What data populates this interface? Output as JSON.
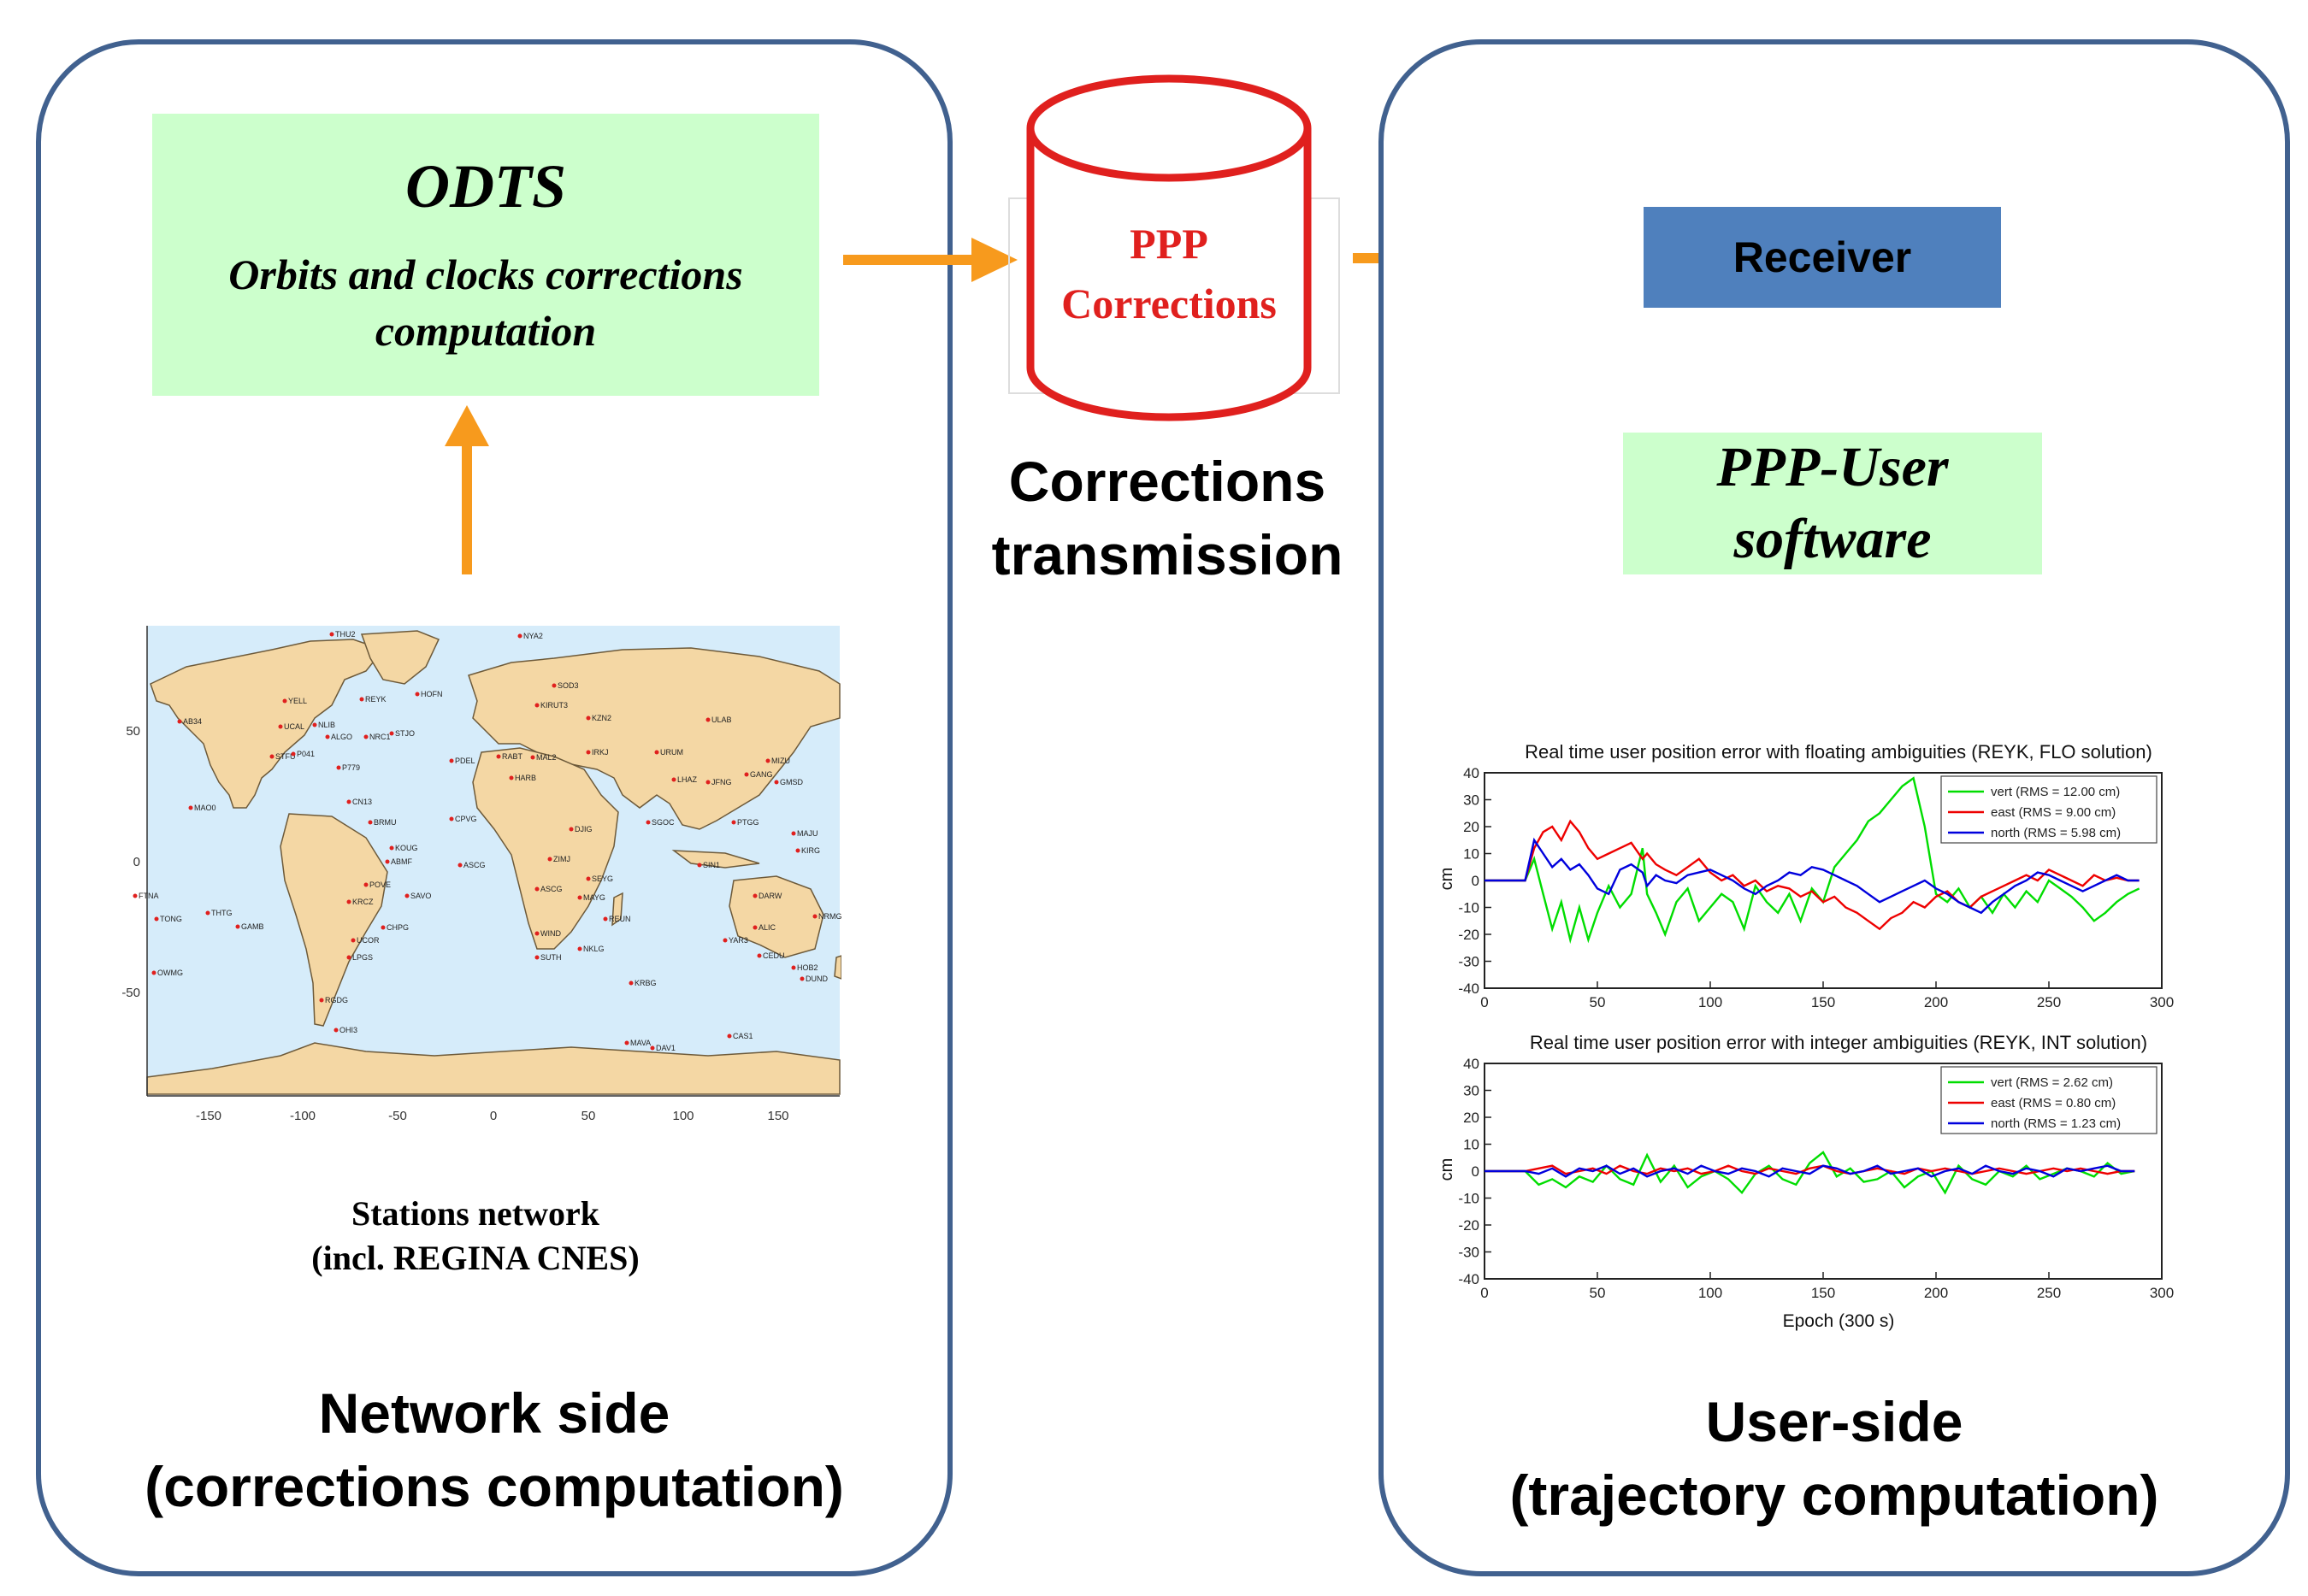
{
  "network_panel": {
    "odts_title": "ODTS",
    "odts_subtitle_line1": "Orbits and clocks corrections",
    "odts_subtitle_line2": "computation",
    "map_station_caption_line1": "Stations network",
    "map_station_caption_line2": "(incl. REGINA CNES)",
    "caption_line1": "Network side",
    "caption_line2": "(corrections computation)",
    "map": {
      "x_ticks": [
        "-150",
        "-100",
        "-50",
        "0",
        "50",
        "100",
        "150"
      ],
      "y_ticks": [
        "50",
        "0",
        "-50"
      ],
      "stations": [
        "THU2",
        "NYA2",
        "YELL",
        "REYK",
        "HOFN",
        "SOD3",
        "KIRUT3",
        "AB34",
        "UCAL",
        "NLIB",
        "ALGO",
        "NRC1",
        "STJO",
        "KZN2",
        "ULAB",
        "STFU",
        "P041",
        "P779",
        "PDEL",
        "IRKJ",
        "URUM",
        "MIZU",
        "GANG",
        "CN13",
        "LHAZ",
        "JFNG",
        "GMSD",
        "MAO0",
        "HARB",
        "PTGG",
        "BRMU",
        "KOUG",
        "CPVG",
        "DJIG",
        "SGOC",
        "MAJU",
        "KIRG",
        "POVE",
        "SAVO",
        "SEYG",
        "SIN1",
        "FTNA",
        "THTG",
        "ASCG",
        "MAYG",
        "REUN",
        "DARW",
        "NRMG",
        "TONG",
        "GAMB",
        "KRCZ",
        "CHPG",
        "WIND",
        "ALIC",
        "YAR3",
        "CEDU",
        "UCOR",
        "LPGS",
        "SUTH",
        "OWMG",
        "HOB2",
        "DUND",
        "RGDG",
        "KRBG",
        "OHI3",
        "MAVA",
        "DAV1",
        "CAS1",
        "ABMF",
        "ASCG",
        "RABT",
        "MAL2",
        "ZIMJ",
        "NKLG"
      ]
    }
  },
  "transmission": {
    "cylinder_line1": "PPP",
    "cylinder_line2": "Corrections",
    "caption_line1": "Corrections",
    "caption_line2": "transmission"
  },
  "user_panel": {
    "receiver_label": "Receiver",
    "software_line1": "PPP-User",
    "software_line2": "software",
    "caption_line1": "User-side",
    "caption_line2": "(trajectory computation)"
  },
  "colors": {
    "panel_border": "#41618f",
    "green_box": "#ccffcc",
    "arrow": "#f79a1d",
    "receiver": "#4f80bd",
    "cylinder": "#e0201e"
  },
  "chart_data": [
    {
      "type": "line",
      "title": "Real time user position error with floating ambiguities (REYK, FLO solution)",
      "xlabel": "",
      "ylabel": "cm",
      "xlim": [
        0,
        300
      ],
      "ylim": [
        -40,
        40
      ],
      "x_ticks": [
        0,
        50,
        100,
        150,
        200,
        250,
        300
      ],
      "y_ticks": [
        40,
        30,
        20,
        10,
        0,
        -10,
        -20,
        -30,
        -40
      ],
      "legend_position": "top-right",
      "series": [
        {
          "name": "vert (RMS = 12.00 cm)",
          "color": "#00dd00",
          "x": [
            0,
            18,
            22,
            26,
            30,
            34,
            38,
            42,
            46,
            50,
            55,
            60,
            65,
            70,
            72,
            76,
            80,
            85,
            90,
            95,
            100,
            105,
            110,
            115,
            120,
            125,
            130,
            135,
            140,
            145,
            150,
            155,
            160,
            165,
            170,
            175,
            180,
            185,
            190,
            195,
            200,
            205,
            210,
            215,
            220,
            225,
            230,
            235,
            240,
            245,
            250,
            255,
            260,
            265,
            270,
            275,
            280,
            285,
            290
          ],
          "y": [
            0,
            0,
            8,
            -5,
            -18,
            -8,
            -22,
            -10,
            -22,
            -12,
            -2,
            -10,
            -5,
            12,
            -5,
            -12,
            -20,
            -8,
            -3,
            -15,
            -10,
            -5,
            -8,
            -18,
            -2,
            -8,
            -12,
            -5,
            -15,
            -3,
            -8,
            5,
            10,
            15,
            22,
            25,
            30,
            35,
            38,
            20,
            -5,
            -8,
            -3,
            -10,
            -6,
            -12,
            -5,
            -10,
            -4,
            -8,
            0,
            -3,
            -6,
            -10,
            -15,
            -12,
            -8,
            -5,
            -3
          ]
        },
        {
          "name": "east (RMS = 9.00 cm)",
          "color": "#ee0000",
          "x": [
            0,
            18,
            22,
            26,
            30,
            34,
            38,
            42,
            46,
            50,
            55,
            60,
            65,
            70,
            72,
            76,
            80,
            85,
            90,
            95,
            100,
            105,
            110,
            115,
            120,
            125,
            130,
            135,
            140,
            145,
            150,
            155,
            160,
            165,
            170,
            175,
            180,
            185,
            190,
            195,
            200,
            205,
            210,
            215,
            220,
            225,
            230,
            235,
            240,
            245,
            250,
            255,
            260,
            265,
            270,
            275,
            280,
            285,
            290
          ],
          "y": [
            0,
            0,
            12,
            18,
            20,
            15,
            22,
            18,
            12,
            8,
            10,
            12,
            14,
            8,
            10,
            6,
            4,
            2,
            5,
            8,
            3,
            0,
            2,
            -2,
            0,
            -4,
            -2,
            -3,
            -6,
            -4,
            -8,
            -6,
            -10,
            -12,
            -15,
            -18,
            -14,
            -12,
            -8,
            -10,
            -6,
            -4,
            -8,
            -10,
            -6,
            -4,
            -2,
            0,
            2,
            0,
            4,
            2,
            0,
            -2,
            2,
            0,
            1,
            0,
            0
          ]
        },
        {
          "name": "north (RMS = 5.98 cm)",
          "color": "#0000dd",
          "x": [
            0,
            18,
            22,
            26,
            30,
            34,
            38,
            42,
            46,
            50,
            55,
            60,
            65,
            70,
            72,
            76,
            80,
            85,
            90,
            95,
            100,
            105,
            110,
            115,
            120,
            125,
            130,
            135,
            140,
            145,
            150,
            155,
            160,
            165,
            170,
            175,
            180,
            185,
            190,
            195,
            200,
            205,
            210,
            215,
            220,
            225,
            230,
            235,
            240,
            245,
            250,
            255,
            260,
            265,
            270,
            275,
            280,
            285,
            290
          ],
          "y": [
            0,
            0,
            15,
            10,
            5,
            8,
            4,
            6,
            2,
            -3,
            -5,
            4,
            6,
            3,
            -2,
            2,
            0,
            -1,
            2,
            3,
            4,
            2,
            0,
            -3,
            -5,
            -2,
            0,
            3,
            2,
            5,
            4,
            2,
            0,
            -2,
            -5,
            -8,
            -6,
            -4,
            -2,
            0,
            -3,
            -5,
            -8,
            -10,
            -12,
            -8,
            -5,
            -2,
            0,
            3,
            2,
            0,
            -2,
            -4,
            -2,
            0,
            2,
            0,
            0
          ]
        }
      ]
    },
    {
      "type": "line",
      "title": "Real time user position error with integer ambiguities (REYK, INT solution)",
      "xlabel": "Epoch (300 s)",
      "ylabel": "cm",
      "xlim": [
        0,
        300
      ],
      "ylim": [
        -40,
        40
      ],
      "x_ticks": [
        0,
        50,
        100,
        150,
        200,
        250,
        300
      ],
      "y_ticks": [
        40,
        30,
        20,
        10,
        0,
        -10,
        -20,
        -30,
        -40
      ],
      "legend_position": "top-right",
      "series": [
        {
          "name": "vert (RMS = 2.62 cm)",
          "color": "#00dd00",
          "x": [
            0,
            18,
            24,
            30,
            36,
            42,
            48,
            54,
            60,
            66,
            72,
            78,
            84,
            90,
            96,
            102,
            108,
            114,
            120,
            126,
            132,
            138,
            144,
            150,
            156,
            162,
            168,
            174,
            180,
            186,
            192,
            198,
            204,
            210,
            216,
            222,
            228,
            234,
            240,
            246,
            252,
            258,
            264,
            270,
            276,
            282,
            288
          ],
          "y": [
            0,
            0,
            -5,
            -3,
            -6,
            -2,
            -4,
            2,
            -3,
            -5,
            6,
            -4,
            2,
            -6,
            -2,
            0,
            -3,
            -8,
            -1,
            2,
            -3,
            -5,
            3,
            7,
            -2,
            1,
            -4,
            -3,
            0,
            -6,
            -2,
            0,
            -8,
            2,
            -3,
            -5,
            0,
            -2,
            2,
            -3,
            -1,
            1,
            0,
            -2,
            3,
            -1,
            0
          ]
        },
        {
          "name": "east (RMS = 0.80 cm)",
          "color": "#ee0000",
          "x": [
            0,
            18,
            24,
            30,
            36,
            42,
            48,
            54,
            60,
            66,
            72,
            78,
            84,
            90,
            96,
            102,
            108,
            114,
            120,
            126,
            132,
            138,
            144,
            150,
            156,
            162,
            168,
            174,
            180,
            186,
            192,
            198,
            204,
            210,
            216,
            222,
            228,
            234,
            240,
            246,
            252,
            258,
            264,
            270,
            276,
            282,
            288
          ],
          "y": [
            0,
            0,
            1,
            2,
            -1,
            0,
            1,
            -1,
            2,
            0,
            -1,
            1,
            0,
            1,
            -1,
            0,
            2,
            0,
            -1,
            1,
            0,
            -1,
            1,
            2,
            0,
            -1,
            0,
            1,
            0,
            -1,
            1,
            0,
            1,
            0,
            -1,
            0,
            1,
            0,
            -1,
            0,
            1,
            0,
            1,
            0,
            -1,
            0,
            0
          ]
        },
        {
          "name": "north (RMS = 1.23 cm)",
          "color": "#0000dd",
          "x": [
            0,
            18,
            24,
            30,
            36,
            42,
            48,
            54,
            60,
            66,
            72,
            78,
            84,
            90,
            96,
            102,
            108,
            114,
            120,
            126,
            132,
            138,
            144,
            150,
            156,
            162,
            168,
            174,
            180,
            186,
            192,
            198,
            204,
            210,
            216,
            222,
            228,
            234,
            240,
            246,
            252,
            258,
            264,
            270,
            276,
            282,
            288
          ],
          "y": [
            0,
            0,
            -1,
            1,
            -2,
            1,
            0,
            2,
            -1,
            1,
            -2,
            0,
            1,
            -1,
            2,
            0,
            -1,
            1,
            0,
            -2,
            1,
            0,
            -1,
            2,
            1,
            -1,
            0,
            2,
            -1,
            0,
            1,
            -2,
            0,
            1,
            -1,
            2,
            0,
            -1,
            1,
            0,
            -2,
            1,
            0,
            1,
            2,
            0,
            0
          ]
        }
      ]
    }
  ]
}
